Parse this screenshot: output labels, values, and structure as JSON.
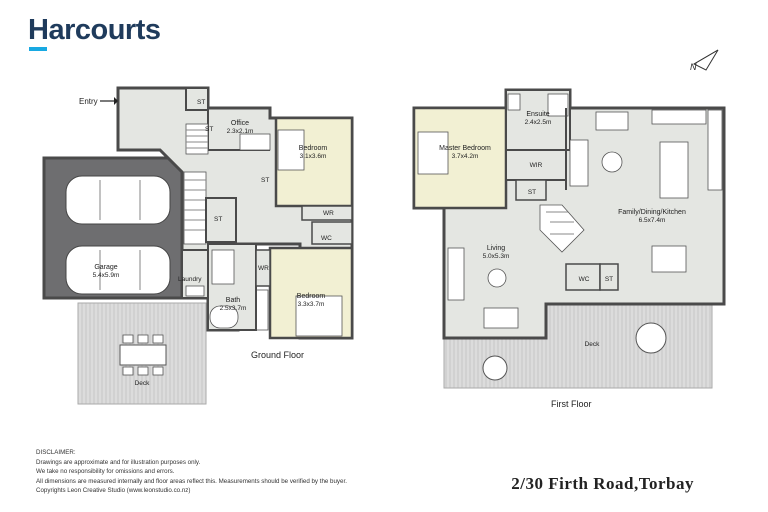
{
  "brand": {
    "name": "Harcourts",
    "accent": "#18a9e2",
    "text_color": "#1f3b5c"
  },
  "colors": {
    "wall": "#4a4a4a",
    "floor": "#e4e6e2",
    "bedroom": "#f2f0d3",
    "garage": "#6e6e70",
    "deck": "#d8d8d8"
  },
  "ground_floor": {
    "label": "Ground Floor",
    "entry": "Entry",
    "rooms": {
      "office": {
        "name": "Office",
        "dims": "2.3x2.1m"
      },
      "bedroom1": {
        "name": "Bedroom",
        "dims": "3.1x3.6m"
      },
      "bedroom2": {
        "name": "Bedroom",
        "dims": "3.3x3.7m"
      },
      "garage": {
        "name": "Garage",
        "dims": "5.4x5.9m"
      },
      "bath": {
        "name": "Bath",
        "dims": "2.5x3.7m"
      },
      "laundry": {
        "name": "Laundry"
      },
      "deck": {
        "name": "Deck"
      },
      "st1": "ST",
      "st2": "ST",
      "st3": "ST",
      "st4": "ST",
      "wr1": "WR",
      "wr2": "WR",
      "wc": "WC"
    }
  },
  "first_floor": {
    "label": "First Floor",
    "rooms": {
      "master": {
        "name": "Master Bedroom",
        "dims": "3.7x4.2m"
      },
      "ensuite": {
        "name": "Ensuite",
        "dims": "2.4x2.5m"
      },
      "family": {
        "name": "Family/Dining/Kitchen",
        "dims": "6.5x7.4m"
      },
      "living": {
        "name": "Living",
        "dims": "5.0x5.3m"
      },
      "deck": {
        "name": "Deck"
      },
      "wir": "WIR",
      "st1": "ST",
      "st2": "ST",
      "wc": "WC"
    }
  },
  "disclaimer": {
    "title": "DISCLAIMER:",
    "lines": [
      "Drawings are approximate and for illustration purposes only.",
      "We take no responsibility for omissions and errors.",
      "All dimensions are measured internally and floor areas reflect this. Measurements should be verified by the buyer.",
      "Copyrights Leon Creative Studio (www.leonstudio.co.nz)"
    ]
  },
  "address": "2/30 Firth Road,Torbay",
  "compass": {
    "label": "N"
  }
}
